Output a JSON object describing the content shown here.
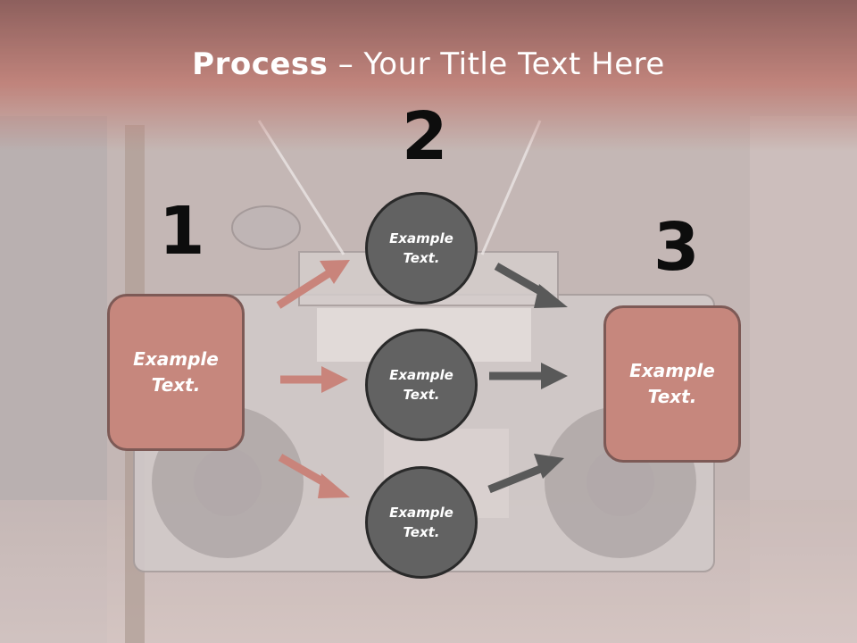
{
  "title": {
    "bold": "Process",
    "dash": " – ",
    "rest": "Your Title Text Here"
  },
  "steps": {
    "one": {
      "number": "1",
      "text": "Example Text."
    },
    "two": {
      "number": "2"
    },
    "three": {
      "number": "3",
      "text": "Example Text."
    }
  },
  "circles": [
    {
      "text": "Example Text."
    },
    {
      "text": "Example Text."
    },
    {
      "text": "Example Text."
    }
  ],
  "colors": {
    "header_band": "#b8736a",
    "box_fill": "#c6877d",
    "box_border": "#7d5a56",
    "circle_fill": "#626262",
    "arrow_pink": "#c9847b",
    "arrow_gray": "#595959"
  }
}
